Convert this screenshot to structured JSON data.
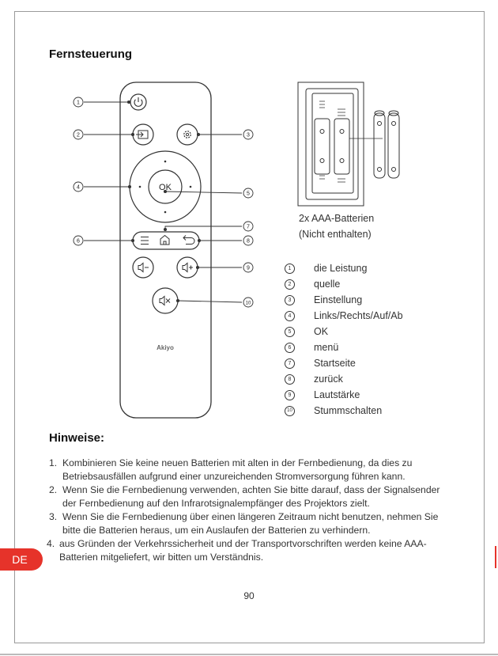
{
  "page": {
    "title": "Fernsteuerung",
    "notes_heading": "Hinweise:",
    "page_number": "90",
    "lang_tab": "DE"
  },
  "remote": {
    "brand": "Akiyo",
    "ok_label": "OK",
    "callouts": [
      "1",
      "2",
      "3",
      "4",
      "5",
      "6",
      "7",
      "8",
      "9",
      "10"
    ]
  },
  "battery": {
    "caption_line1": "2x AAA-Batterien",
    "caption_line2": "(Nicht enthalten)"
  },
  "legend": [
    {
      "num": "1",
      "label": "die Leistung"
    },
    {
      "num": "2",
      "label": "quelle"
    },
    {
      "num": "3",
      "label": "Einstellung"
    },
    {
      "num": "4",
      "label": "Links/Rechts/Auf/Ab"
    },
    {
      "num": "5",
      "label": "OK"
    },
    {
      "num": "6",
      "label": "menü"
    },
    {
      "num": "7",
      "label": "Startseite"
    },
    {
      "num": "8",
      "label": "zurück"
    },
    {
      "num": "9",
      "label": "Lautstärke"
    },
    {
      "num": "10",
      "label": "Stummschalten"
    }
  ],
  "notes": [
    {
      "num": "1.",
      "text": "Kombinieren Sie keine neuen Batterien mit alten in der Fernbedienung, da dies zu Betriebsausfällen aufgrund einer unzureichenden Stromversorgung führen kann."
    },
    {
      "num": "2.",
      "text": "Wenn Sie die Fernbedienung verwenden, achten Sie bitte darauf, dass der Signalsender der Fernbedienung auf den Infrarotsignalempfänger des Projektors zielt."
    },
    {
      "num": "3.",
      "text": "Wenn Sie die Fernbedienung über einen längeren Zeitraum nicht benutzen, nehmen Sie bitte die Batterien heraus, um ein Auslaufen der Batterien zu verhindern."
    },
    {
      "num": "4.",
      "text": "aus Gründen der Verkehrssicherheit und der Transportvorschriften werden keine AAA-Batterien mitgeliefert, wir bitten um Verständnis."
    }
  ]
}
